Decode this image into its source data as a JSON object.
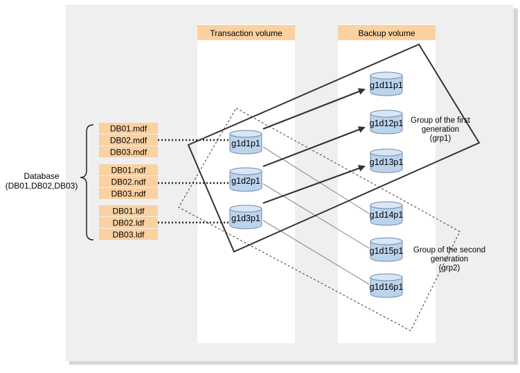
{
  "database": {
    "label_line1": "Database",
    "label_line2": "(DB01,DB02,DB03)",
    "groups": [
      {
        "files": [
          "DB01.mdf",
          "DB02.mdf",
          "DB03.mdf"
        ],
        "source": "g1d1p1"
      },
      {
        "files": [
          "DB01.ndf",
          "DB02.ndf",
          "DB03.ndf"
        ],
        "source": "g1d2p1"
      },
      {
        "files": [
          "DB01.ldf",
          "DB02.ldf",
          "DB03.ldf"
        ],
        "source": "g1d3p1"
      }
    ]
  },
  "transaction_volume": {
    "header": "Transaction volume",
    "disks": [
      "g1d1p1",
      "g1d2p1",
      "g1d3p1"
    ]
  },
  "backup_volume": {
    "header": "Backup volume",
    "disks": [
      "g1d11p1",
      "g1d12p1",
      "g1d13p1",
      "g1d14p1",
      "g1d15p1",
      "g1d16p1"
    ]
  },
  "group1": {
    "line1": "Group of the first",
    "line2": "generation",
    "line3": "(grp1)"
  },
  "group2": {
    "line1": "Group of the second",
    "line2": "generation",
    "line3": "(grp2)"
  },
  "colors": {
    "file_box": "#fbd1a2",
    "disk_fill": "#bcd3ec",
    "disk_top": "#d9e6f5",
    "disk_stroke": "#6f88a8",
    "column_header": "#fbd1a2",
    "panel": "#efefef"
  }
}
